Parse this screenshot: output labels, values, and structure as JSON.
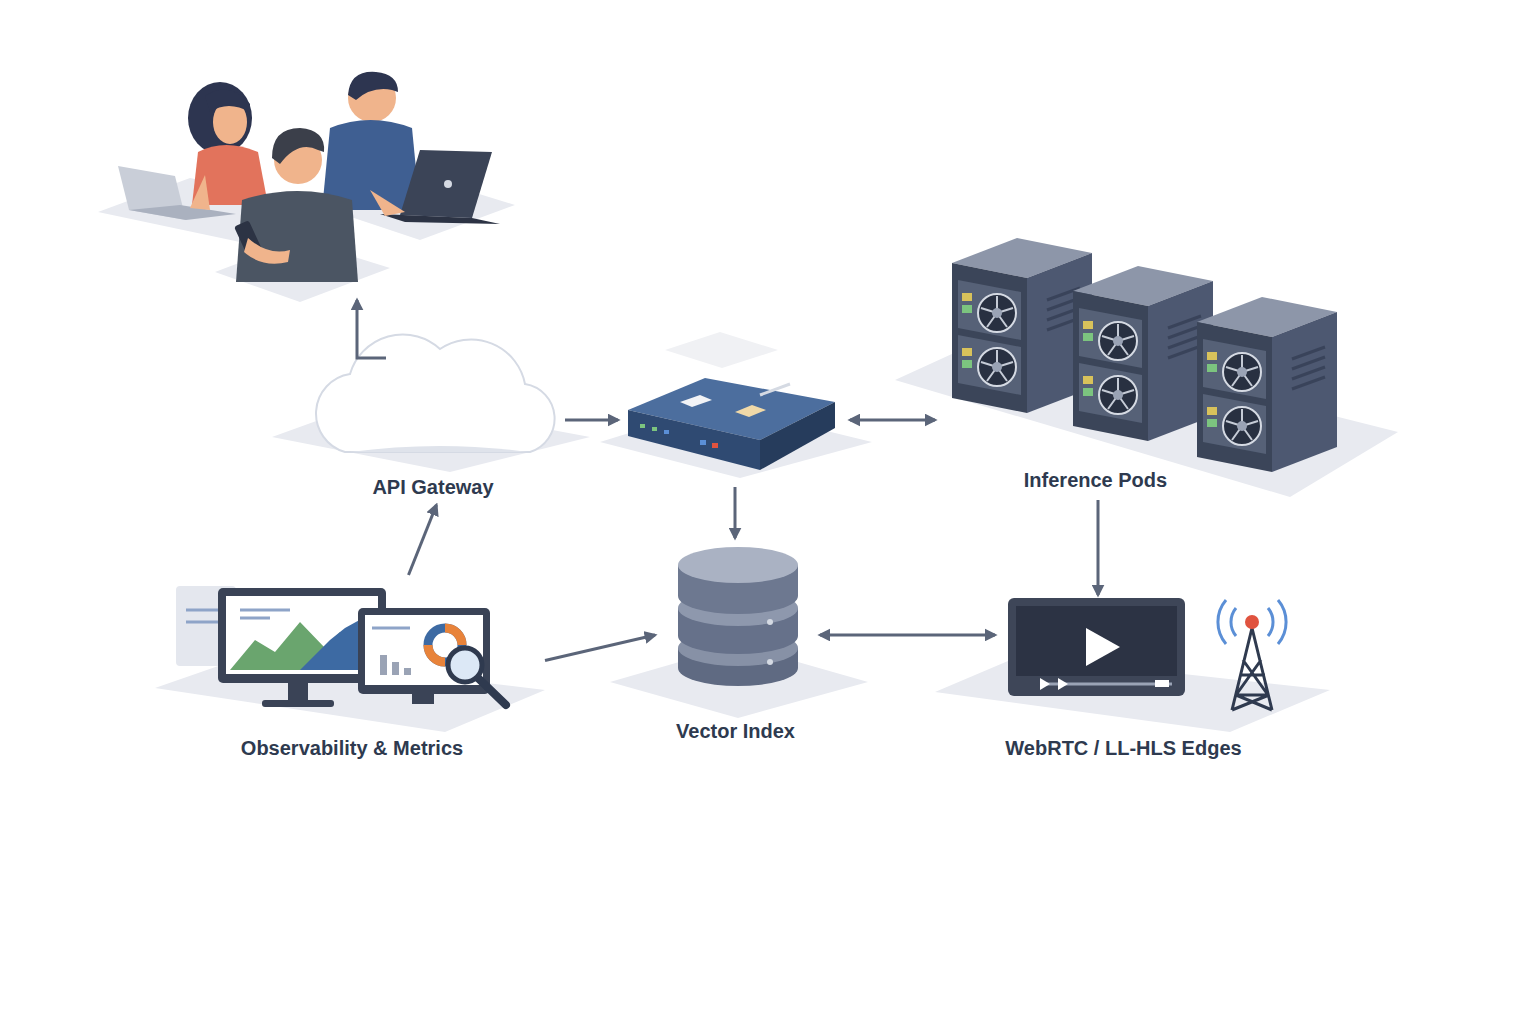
{
  "diagram": {
    "nodes": [
      {
        "text": [
          "API Gateway"
        ]
      },
      {
        "text": [
          "Inference Pods"
        ]
      },
      {
        "text": [
          "Observability & Metrics"
        ]
      },
      {
        "text": [
          "Vector Index"
        ]
      },
      {
        "text": [
          "WebRTC / LL-HLS Edges"
        ]
      }
    ],
    "edges": [
      {
        "from": 2,
        "to": 0,
        "arrow": "to"
      },
      {
        "from": 2,
        "to": 3,
        "arrow": "to"
      },
      {
        "from": 3,
        "to": 4,
        "arrow": "both"
      },
      {
        "from": 1,
        "to": 4,
        "arrow": "to"
      }
    ]
  }
}
